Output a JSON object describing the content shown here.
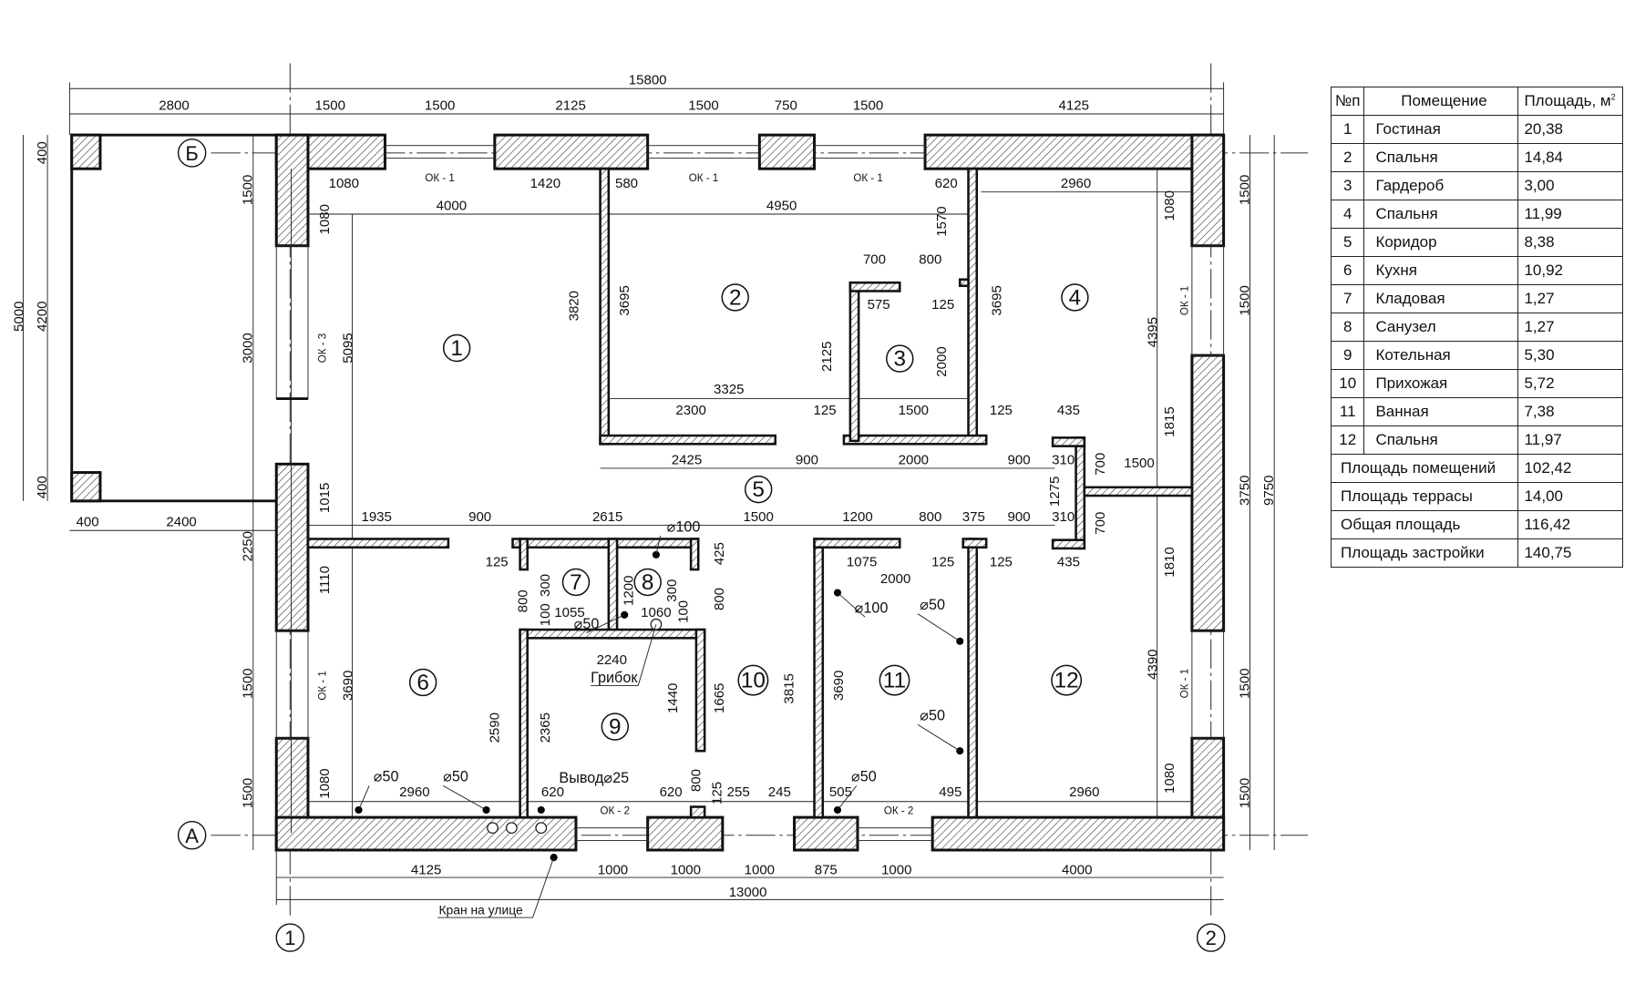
{
  "axes": {
    "row_a": "А",
    "row_b": "Б",
    "col_1": "1",
    "col_2": "2"
  },
  "rooms": [
    "1",
    "2",
    "3",
    "4",
    "5",
    "6",
    "7",
    "8",
    "9",
    "10",
    "11",
    "12"
  ],
  "dims": [
    "15800",
    "2800",
    "1500",
    "1500",
    "2125",
    "1500",
    "750",
    "1500",
    "4125",
    "1080",
    "1420",
    "580",
    "620",
    "2960",
    "4000",
    "4950",
    "700",
    "800",
    "575",
    "125",
    "3325",
    "2300",
    "125",
    "1500",
    "125",
    "435",
    "2425",
    "900",
    "2000",
    "900",
    "310",
    "1500",
    "1935",
    "900",
    "2615",
    "1500",
    "1200",
    "800",
    "375",
    "900",
    "310",
    "125",
    "1075",
    "125",
    "125",
    "435",
    "2000",
    "1055",
    "1060",
    "2240",
    "2960",
    "620",
    "620",
    "255",
    "245",
    "505",
    "495",
    "2960",
    "4125",
    "1000",
    "1000",
    "1000",
    "875",
    "1000",
    "4000",
    "13000",
    "400",
    "2400",
    "400",
    "5000",
    "4200",
    "400",
    "1500",
    "3000",
    "2250",
    "1500",
    "1500",
    "1080",
    "5095",
    "1015",
    "1110",
    "3690",
    "1080",
    "3820",
    "3695",
    "1570",
    "2125",
    "2000",
    "3695",
    "4395",
    "1080",
    "1815",
    "1810",
    "4390",
    "1080",
    "1500",
    "1500",
    "3750",
    "9750",
    "1500",
    "1500",
    "700",
    "1275",
    "700",
    "425",
    "800",
    "800",
    "300",
    "100",
    "1200",
    "300",
    "100",
    "2590",
    "2365",
    "1440",
    "1665",
    "3815",
    "3690",
    "800",
    "125"
  ],
  "windows": [
    "ОК - 1",
    "ОК - 1",
    "ОК - 1",
    "ОК - 3",
    "ОК - 1",
    "ОК - 1",
    "ОК - 1",
    "ОК - 2",
    "ОК - 2"
  ],
  "pipes": [
    "⌀100",
    "⌀50",
    "⌀100",
    "⌀50",
    "⌀50",
    "⌀50",
    "⌀50",
    "⌀50"
  ],
  "notes": {
    "fungus": "Грибок",
    "outlet": "Вывод⌀25",
    "tap": "Кран на улице"
  },
  "table": {
    "headers": {
      "num": "№п",
      "room": "Помещение",
      "area": "Площадь, м",
      "area_sup": "2"
    },
    "rows": [
      {
        "n": "1",
        "name": "Гостиная",
        "area": "20,38"
      },
      {
        "n": "2",
        "name": "Спальня",
        "area": "14,84"
      },
      {
        "n": "3",
        "name": "Гардероб",
        "area": "3,00"
      },
      {
        "n": "4",
        "name": "Спальня",
        "area": "11,99"
      },
      {
        "n": "5",
        "name": "Коридор",
        "area": "8,38"
      },
      {
        "n": "6",
        "name": "Кухня",
        "area": "10,92"
      },
      {
        "n": "7",
        "name": "Кладовая",
        "area": "1,27"
      },
      {
        "n": "8",
        "name": "Санузел",
        "area": "1,27"
      },
      {
        "n": "9",
        "name": "Котельная",
        "area": "5,30"
      },
      {
        "n": "10",
        "name": "Прихожая",
        "area": "5,72"
      },
      {
        "n": "11",
        "name": "Ванная",
        "area": "7,38"
      },
      {
        "n": "12",
        "name": "Спальня",
        "area": "11,97"
      }
    ],
    "totals": [
      {
        "label": "Площадь помещений",
        "area": "102,42"
      },
      {
        "label": "Площадь террасы",
        "area": "14,00"
      },
      {
        "label": "Общая площадь",
        "area": "116,42"
      },
      {
        "label": "Площадь застройки",
        "area": "140,75"
      }
    ]
  }
}
